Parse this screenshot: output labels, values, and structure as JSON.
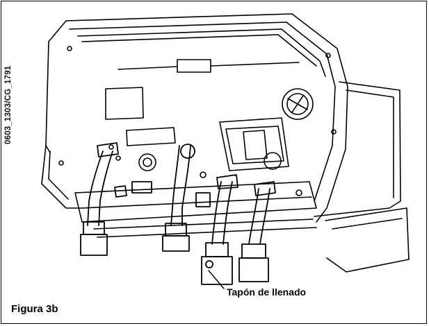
{
  "figure": {
    "side_code": "0603_1303/CG_1791",
    "caption": "Figura 3b",
    "callout": "Tapón de llenado"
  }
}
